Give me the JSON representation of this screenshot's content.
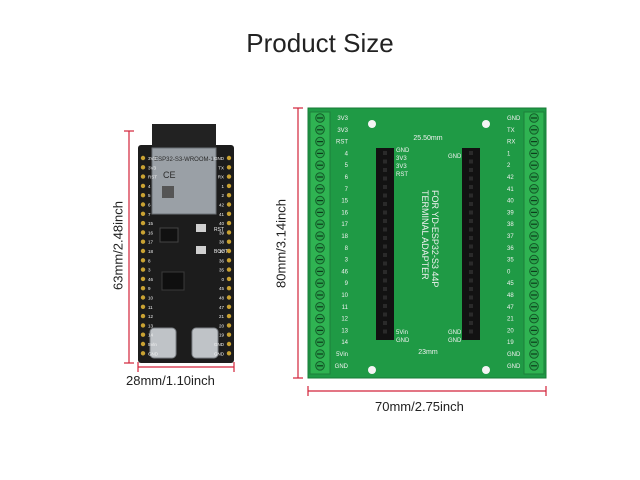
{
  "title": "Product Size",
  "dimensions": {
    "esp_height": "63mm/2.48inch",
    "esp_width": "28mm/1.10inch",
    "adapter_height": "80mm/3.14inch",
    "adapter_width": "70mm/2.75inch"
  },
  "colors": {
    "dimension_line": "#d2233a",
    "esp_board": "#1c1c1c",
    "adapter_board": "#1f9a45",
    "terminal_block": "#2fb352"
  },
  "esp_board": {
    "module_label": "ESP32-S3-WROOM-1",
    "left_pins": [
      "3V3",
      "3V3",
      "RST",
      "4",
      "5",
      "6",
      "7",
      "15",
      "16",
      "17",
      "18",
      "8",
      "3",
      "46",
      "9",
      "10",
      "11",
      "12",
      "13",
      "14",
      "5Vin",
      "GND"
    ],
    "right_pins": [
      "GND",
      "TX",
      "RX",
      "1",
      "2",
      "42",
      "41",
      "40",
      "39",
      "38",
      "37",
      "36",
      "35",
      "0",
      "45",
      "48",
      "47",
      "21",
      "20",
      "19",
      "GND",
      "GND"
    ],
    "button_labels": [
      "RST",
      "BOOT"
    ]
  },
  "adapter": {
    "title_line1": "TERMINAL ADAPTER",
    "title_line2": "FOR YD-ESP32-S3 44P",
    "top_spacing": "25.50mm",
    "bottom_spacing": "23mm",
    "left_terminals": [
      "3V3",
      "3V3",
      "RST",
      "4",
      "5",
      "6",
      "7",
      "15",
      "16",
      "17",
      "18",
      "8",
      "3",
      "46",
      "9",
      "10",
      "11",
      "12",
      "13",
      "14",
      "5Vin",
      "GND"
    ],
    "right_terminals": [
      "GND",
      "TX",
      "RX",
      "1",
      "2",
      "42",
      "41",
      "40",
      "39",
      "38",
      "37",
      "36",
      "35",
      "0",
      "45",
      "48",
      "47",
      "21",
      "20",
      "19",
      "GND",
      "GND"
    ],
    "header_left_labels": [
      "3V3",
      "3V3",
      "RST",
      "GND",
      "5Vin",
      "GND"
    ],
    "header_right_labels": [
      "GND",
      "GND",
      "GND"
    ]
  }
}
